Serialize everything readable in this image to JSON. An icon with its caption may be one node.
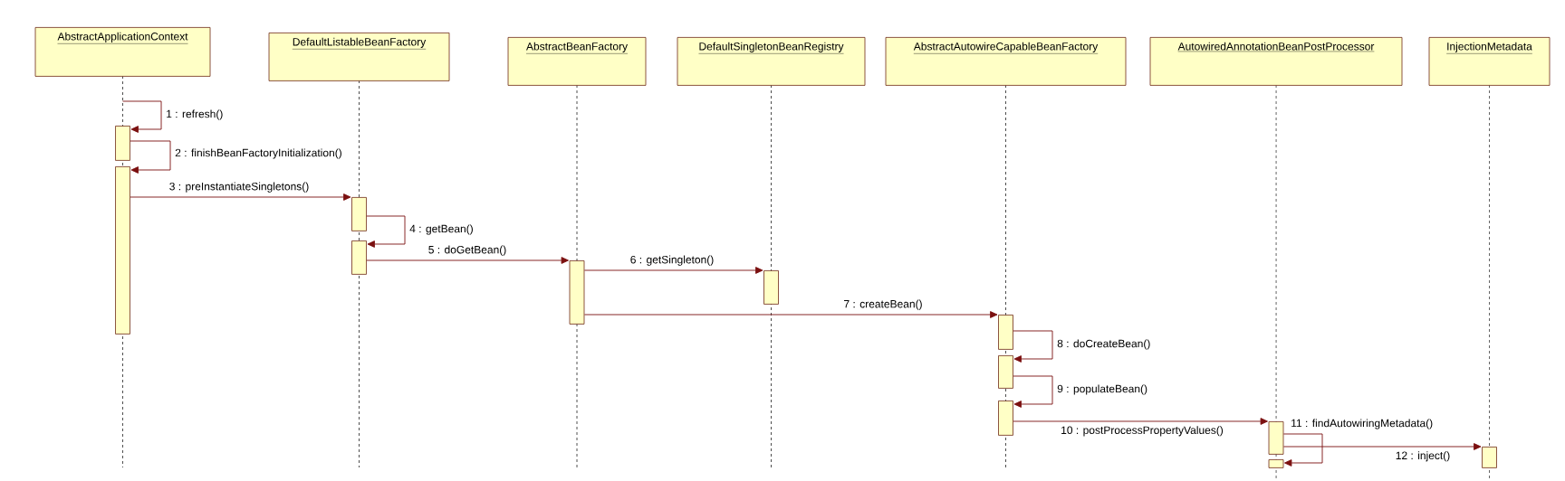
{
  "diagram": {
    "nodes": [
      {
        "text": [
          "AbstractApplicationContext"
        ]
      },
      {
        "text": [
          "DefaultListableBeanFactory"
        ]
      },
      {
        "text": [
          "AbstractBeanFactory"
        ]
      },
      {
        "text": [
          "DefaultSingletonBeanRegistry"
        ]
      },
      {
        "text": [
          "AbstractAutowireCapableBeanFactory"
        ]
      },
      {
        "text": [
          "AutowiredAnnotationBeanPostProcessor"
        ]
      },
      {
        "text": [
          "InjectionMetadata"
        ]
      },
      {
        "text": [],
        "shape": "bar"
      },
      {
        "text": [],
        "shape": "bar"
      },
      {
        "text": [],
        "shape": "bar"
      },
      {
        "text": [],
        "shape": "bar"
      },
      {
        "text": [],
        "shape": "bar"
      },
      {
        "text": [],
        "shape": "bar"
      },
      {
        "text": [],
        "shape": "bar"
      },
      {
        "text": [],
        "shape": "bar"
      },
      {
        "text": [],
        "shape": "bar"
      },
      {
        "text": [],
        "shape": "bar"
      },
      {
        "text": [],
        "shape": "bar"
      },
      {
        "text": [],
        "shape": "bar"
      }
    ],
    "edges": [
      {
        "from": null,
        "to": 7,
        "arrow": "to",
        "label": "1 : refresh()"
      },
      {
        "from": 7,
        "to": 8,
        "arrow": "to",
        "label": "2 : finishBeanFactoryInitialization()"
      },
      {
        "from": 8,
        "to": 9,
        "arrow": "to",
        "label": "3 : preInstantiateSingletons()"
      },
      {
        "from": 9,
        "to": 10,
        "arrow": "to",
        "label": "4 : getBean()"
      },
      {
        "from": 10,
        "to": 11,
        "arrow": "to",
        "label": "5 : doGetBean()"
      },
      {
        "from": 11,
        "to": 12,
        "arrow": "to",
        "label": "6 : getSingleton()"
      },
      {
        "from": 11,
        "to": 13,
        "arrow": "to",
        "label": "7 : createBean()"
      },
      {
        "from": 13,
        "to": 14,
        "arrow": "to",
        "label": "8 : doCreateBean()"
      },
      {
        "from": 14,
        "to": 15,
        "arrow": "to",
        "label": "9 : populateBean()"
      },
      {
        "from": 15,
        "to": 16,
        "arrow": "to",
        "label": "10 : postProcessPropertyValues()"
      },
      {
        "from": 16,
        "to": 17,
        "arrow": "to",
        "label": "11 : findAutowiringMetadata()"
      },
      {
        "from": 16,
        "to": 18,
        "arrow": "to",
        "label": "12 : inject()"
      }
    ]
  }
}
